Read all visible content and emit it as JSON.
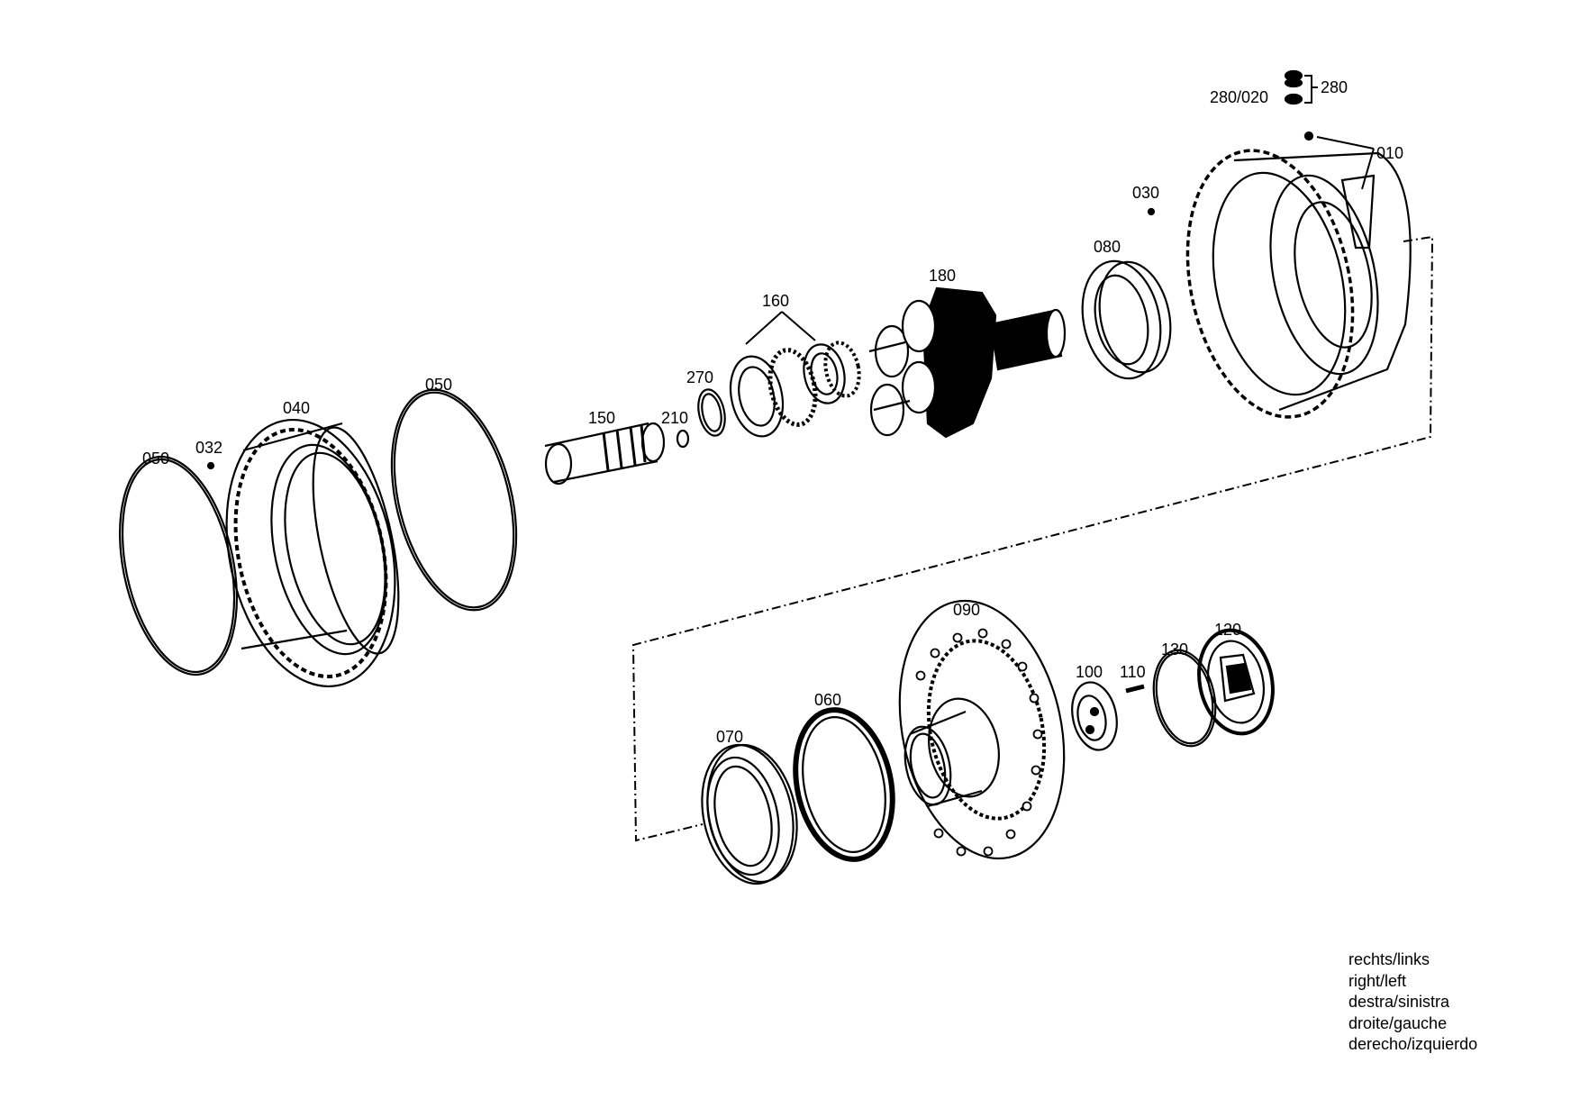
{
  "labels": {
    "p010": "010",
    "p030": "030",
    "p032": "032",
    "p040": "040",
    "p050a": "050",
    "p050b": "050",
    "p060": "060",
    "p070": "070",
    "p080": "080",
    "p090": "090",
    "p100": "100",
    "p110": "110",
    "p120": "120",
    "p130": "130",
    "p150": "150",
    "p160": "160",
    "p180": "180",
    "p210": "210",
    "p270": "270",
    "p280": "280",
    "p280_020": "280/020"
  },
  "legend": {
    "line1": "rechts/links",
    "line2": "right/left",
    "line3": "destra/sinistra",
    "line4": "droite/gauche",
    "line5": "derecho/izquierdo"
  }
}
